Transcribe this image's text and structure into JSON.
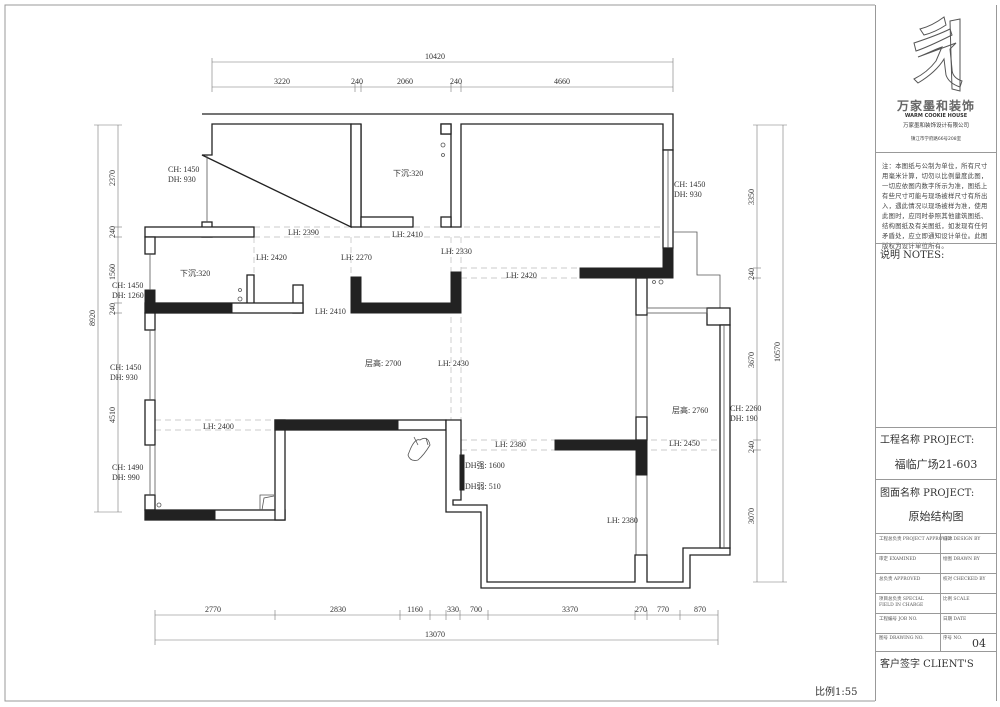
{
  "plan": {
    "dims_top": {
      "overall": "10420",
      "segments": [
        "3220",
        "240",
        "2060",
        "240",
        "4660"
      ]
    },
    "dims_bottom": {
      "overall": "13070",
      "segments": [
        "2770",
        "2830",
        "1160",
        "330",
        "700",
        "3370",
        "270",
        "770",
        "870"
      ]
    },
    "dims_left": {
      "overall": "8920",
      "segments": [
        "2370",
        "240",
        "1560",
        "240",
        "4510"
      ]
    },
    "dims_right": {
      "overall": "10570",
      "segments": [
        "3350",
        "240",
        "3670",
        "240",
        "3070"
      ]
    },
    "labels": {
      "win_bed1_ch": "CH: 1450",
      "win_bed1_dh": "DH: 930",
      "bath2_sink": "下沉:320",
      "win_bath_ch": "CH: 1450",
      "win_bath_dh": "DH: 1260",
      "bath1_sink": "下沉:320",
      "lh_2390": "LH: 2390",
      "lh_2410a": "LH: 2410",
      "lh_2420a": "LH: 2420",
      "lh_2270": "LH: 2270",
      "lh_2330": "LH: 2330",
      "lh_2420b": "LH: 2420",
      "lh_2410b": "LH: 2410",
      "win_bed3_ch": "CH: 1450",
      "win_bed3_dh": "DH: 930",
      "win_liv_ch": "CH: 1450",
      "win_liv_dh": "DH: 930",
      "floor_2700": "层高: 2700",
      "lh_2430": "LH: 2430",
      "floor_2760": "层高: 2760",
      "win_bal_ch": "CH: 2260",
      "win_bal_dh": "DH: 190",
      "lh_2400": "LH: 2400",
      "win_kit_ch": "CH: 1490",
      "win_kit_dh": "DH: 990",
      "lh_2380a": "LH: 2380",
      "lh_2450": "LH: 2450",
      "dh_strong": "DH强: 1600",
      "dh_weak": "DH弱: 510",
      "lh_2380b": "LH: 2380"
    }
  },
  "title_block": {
    "company_name": "万家墨和装饰",
    "company_en": "WARM COOKIE HOUSE",
    "company_full": "万家墨和装饰设计有限公司",
    "address": "镇江市学府路66号208室",
    "notes_text": "注：本图纸与公制为单位，所有尺寸用毫米计算，切勿以比例量度此图，一切应依图内数字所示为准，图纸上有些尺寸可能与现场被样尺寸有所出入，遇此情况以现场被样为准，使用此图时，应同时参照其他建筑图纸、结构图纸及有关图纸，如发现有任何矛盾处，应立即通知设计单位。此图版权为设计单位所有。",
    "notes_heading": "说明  NOTES:",
    "project_heading": "工程名称 PROJECT:",
    "project_value": "福临广场21-603",
    "drawing_heading": "图面名称 PROJECT:",
    "drawing_value": "原始结构图",
    "cells": [
      [
        "工程总负责 PROJECT APPROVER",
        "设计 DESIGN BY"
      ],
      [
        "审定 EXAMINED",
        "绘图 DRAWN BY"
      ],
      [
        "总负责 APPROVED",
        "校对 CHECKED BY"
      ],
      [
        "项目总负责 SPECIAL FIELD IN CHARGE",
        "比例 SCALE"
      ],
      [
        "工程编号 JOB NO.",
        "日期 DATE"
      ],
      [
        "图号 DRAWING NO.",
        "序号 NO."
      ]
    ],
    "sheet_no": "04",
    "client_heading": "客户签字 CLIENT'S"
  },
  "scale_text": "比例1:55"
}
